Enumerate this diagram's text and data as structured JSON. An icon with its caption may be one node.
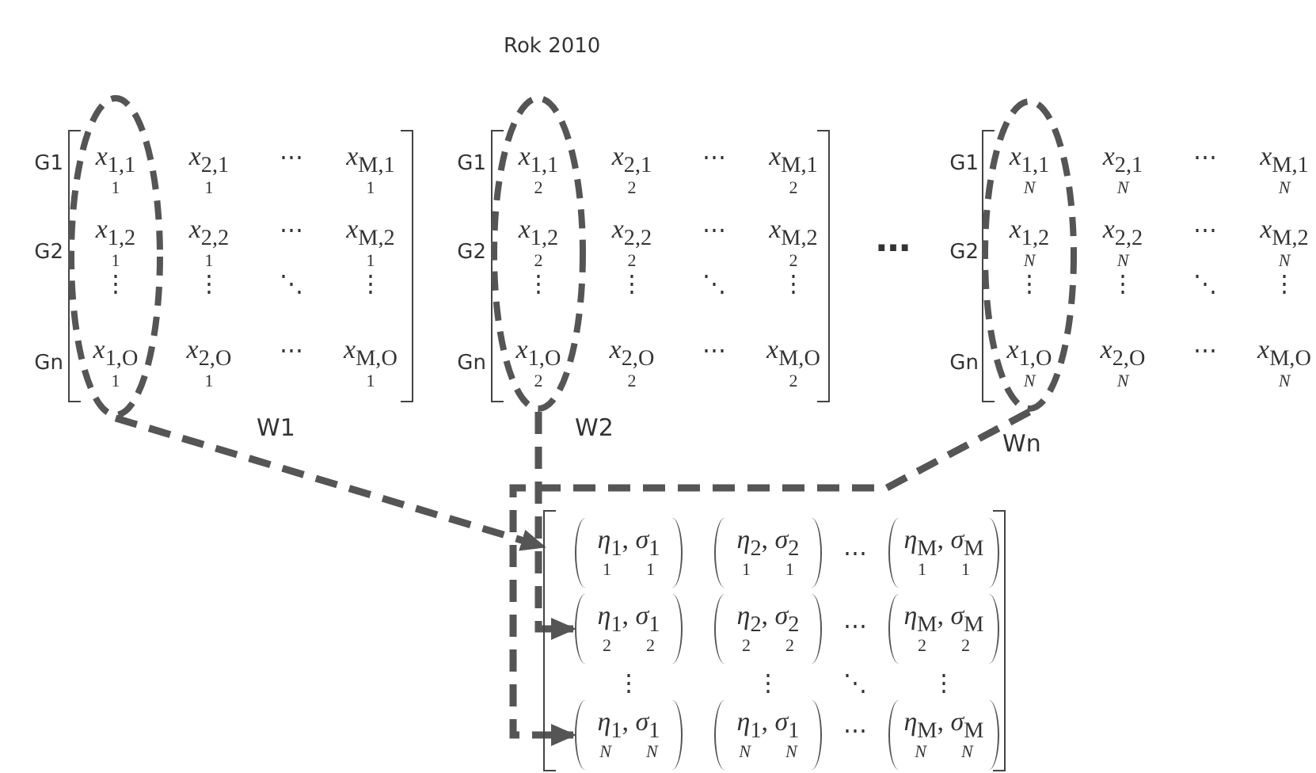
{
  "diagram": {
    "title": "Rok 2010",
    "nodes": [
      {
        "text": [
          "*x*$_{2,1}$",
          "1",
          "⋯",
          "*x*$_{M,1}$",
          "1",
          "*x*$_{2,2}$",
          "1",
          "⋯",
          "*x*$_{M,2}$",
          "1",
          "⋮",
          "⋱",
          "⋮",
          "*x*$_{2,O}$",
          "1",
          "⋯",
          "*x*$_{M,O}$",
          "1"
        ],
        "beside": [
          "G1",
          "G2",
          "Gn",
          "W1"
        ]
      },
      {
        "text": [
          "*x*$_{1,1}$",
          "1",
          "*x*$_{1,2}$",
          "1",
          "⋮",
          "*x*$_{1,O}$",
          "1"
        ]
      },
      {
        "text": [
          "*x*$_{2,1}$",
          "2",
          "⋯",
          "*x*$_{M,1}$",
          "2",
          "*x*$_{2,2}$",
          "2",
          "⋯",
          "*x*$_{M,2}$",
          "2",
          "⋮",
          "⋱",
          "⋮",
          "*x*$_{2,O}$",
          "2",
          "⋯",
          "*x*$_{M,O}$",
          "2"
        ],
        "beside": [
          "G1",
          "G2",
          "Gn",
          "W2"
        ]
      },
      {
        "text": [
          "*x*$_{1,1}$",
          "2",
          "*x*$_{1,2}$",
          "2",
          "⋮",
          "*x*$_{1,O}$",
          "2"
        ]
      },
      {
        "text": [
          "*x*$_{2,1}$",
          "N",
          "⋯",
          "*x*$_{M,1}$",
          "N",
          "*x*$_{2,2}$",
          "N",
          "⋯",
          "*x*$_{M,2}$",
          "N",
          "⋮",
          "⋱",
          "⋮",
          "*x*$_{2,O}$",
          "N",
          "⋯",
          "*x*$_{M,O}$",
          "N"
        ],
        "beside": [
          "G1",
          "G2",
          "Gn",
          "Wn"
        ]
      },
      {
        "text": [
          "*x*$_{1,1}$",
          "N",
          "*x*$_{1,2}$",
          "N",
          "⋮",
          "*x*$_{1,O}$",
          "N"
        ]
      },
      {
        "text": [
          "⋯",
          "⋯",
          "⋮",
          "⋮",
          "⋱",
          "⋮",
          "⋯"
        ]
      },
      {
        "text": [
          "*η*$_{1}$, *σ*$_{1}$",
          "1",
          "1"
        ],
        "in": 6
      },
      {
        "text": [
          "*η*$_{2}$, *σ*$_{2}$",
          "1",
          "1"
        ],
        "in": 6
      },
      {
        "text": [
          "*η*$_{M}$, *σ*$_{M}$",
          "1",
          "1"
        ],
        "in": 6
      },
      {
        "text": [
          "*η*$_{1}$, *σ*$_{1}$",
          "2",
          "2"
        ],
        "in": 6
      },
      {
        "text": [
          "*η*$_{2}$, *σ*$_{2}$",
          "2",
          "2"
        ],
        "in": 6
      },
      {
        "text": [
          "*η*$_{M}$, *σ*$_{M}$",
          "2",
          "2"
        ],
        "in": 6
      },
      {
        "text": [
          "*η*$_{1}$, *σ*$_{1}$",
          "N",
          "N"
        ],
        "in": 6
      },
      {
        "text": [
          "*η*$_{1}$, *σ*$_{1}$",
          "N",
          "N"
        ],
        "in": 6
      },
      {
        "text": [
          "*η*$_{M}$, *σ*$_{M}$",
          "N",
          "N"
        ],
        "in": 6
      }
    ],
    "edges": [
      {
        "from": 1,
        "to": 6,
        "arrow": "to",
        "style": "dashed"
      },
      {
        "from": 3,
        "to": 10,
        "arrow": "to",
        "style": "dashed"
      },
      {
        "from": 5,
        "to": 13,
        "arrow": "to",
        "style": "dashed"
      }
    ],
    "labels": [
      "⋯"
    ]
  }
}
